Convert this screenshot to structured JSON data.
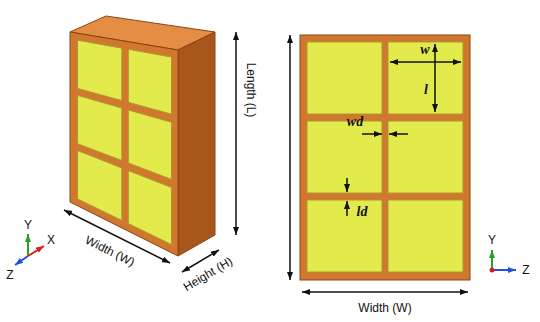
{
  "diagram": {
    "labels": [
      "X",
      "Y",
      "Z",
      "Width (W)",
      "Height (H)",
      "Length (L)",
      "w",
      "l",
      "wd",
      "ld",
      "Y",
      "Z",
      "Width (W)"
    ]
  }
}
